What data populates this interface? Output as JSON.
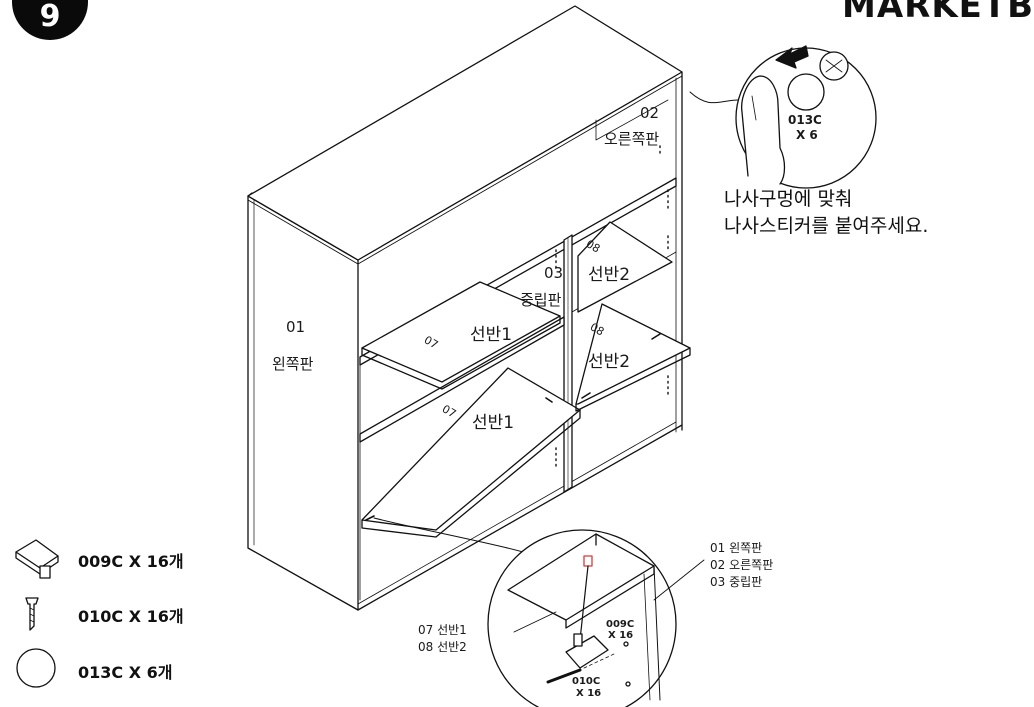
{
  "step": "9",
  "brand": "MARKETB",
  "panels": {
    "left": {
      "num": "01",
      "name": "왼쪽판"
    },
    "right": {
      "num": "02",
      "name": "오른쪽판"
    },
    "middle": {
      "num": "03",
      "name": "중립판"
    }
  },
  "shelves": {
    "shelf1_upper": {
      "num": "07",
      "name": "선반1"
    },
    "shelf1_lower": {
      "num": "07",
      "name": "선반1"
    },
    "shelf2_upper": {
      "num": "08",
      "name": "선반2"
    },
    "shelf2_lower": {
      "num": "08",
      "name": "선반2"
    }
  },
  "instruction": [
    "나사구멍에 맞춰",
    "나사스티커를 붙여주세요."
  ],
  "sticker_callout": {
    "code": "013C",
    "qty": "X 6"
  },
  "detail_callout": {
    "top_code": "009C",
    "top_qty": "X 16",
    "bottom_code": "010C",
    "bottom_qty": "X 16",
    "parts_right": [
      "01 왼쪽판",
      "02 오른쪽판",
      "03 중립판"
    ],
    "parts_left": [
      "07 선반1",
      "08 선반2"
    ]
  },
  "hardware": [
    {
      "label": "009C X 16개",
      "icon": "bracket-icon"
    },
    {
      "label": "010C X 16개",
      "icon": "screw-icon"
    },
    {
      "label": "013C X 6개",
      "icon": "sticker-icon"
    }
  ]
}
